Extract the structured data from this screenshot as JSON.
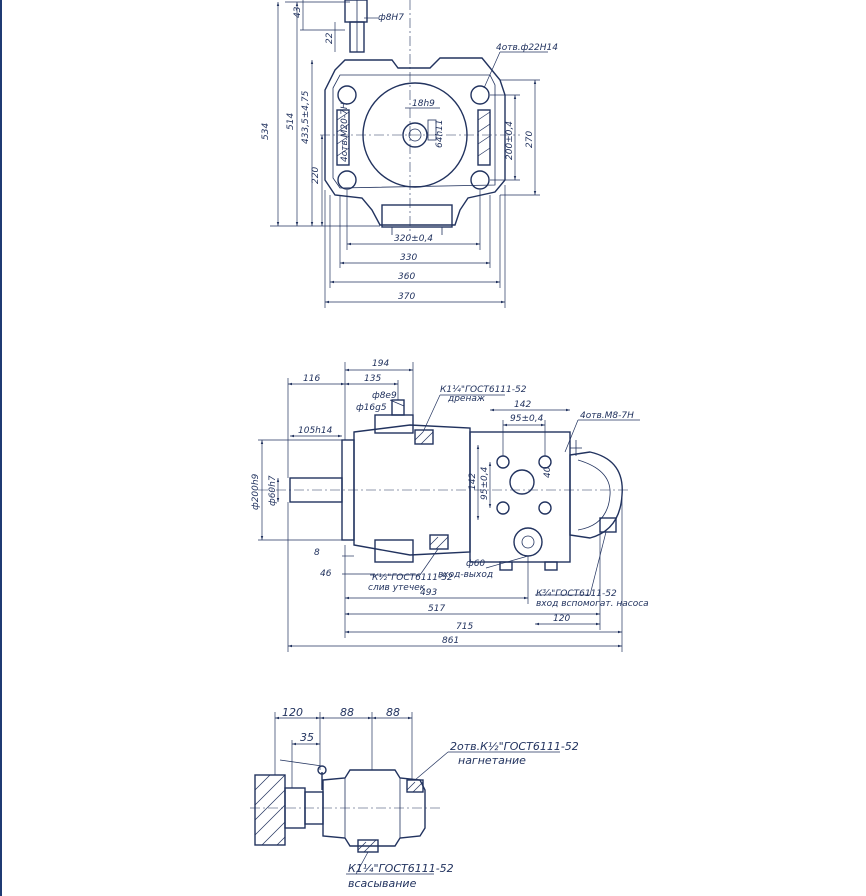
{
  "colors": {
    "line": "#22335f",
    "background": "#ffffff",
    "frame": "#1f3a73"
  },
  "view_top": {
    "dims": {
      "d_pin": "ф8Н7",
      "d_43": "43",
      "d_22": "22",
      "d_holes": "4отв.ф22Н14",
      "d_534": "534",
      "d_514": "514",
      "d_433": "433,5±4,75",
      "d_220": "220",
      "d_bolts": "4отв.М20-7Н",
      "d_18h9": "18h9",
      "d_64": "64h11",
      "d_200": "200±0,4",
      "d_270": "270",
      "d_320": "320±0,4",
      "d_330": "330",
      "d_360": "360",
      "d_370": "370"
    }
  },
  "view_side": {
    "dims": {
      "d_194": "194",
      "d_116": "116",
      "d_135": "135",
      "d_k14": "К1¼\"ГОСТ6111-52",
      "d_drain": "дренаж",
      "d_8e9": "ф8е9",
      "d_16g5": "ф16g5",
      "d_142": "142",
      "d_95": "95±0,4",
      "d_4m8": "4отв.М8-7Н",
      "d_105": "105h14",
      "d_200h9": "ф200h9",
      "d_60h7": "ф60h7",
      "d_142v": "142",
      "d_95v": "95±0,4",
      "d_40": "40",
      "d_8": "8",
      "d_60": "ф60",
      "d_inout": "вход-выход",
      "d_k12": "К½\"ГОСТ6111-52",
      "d_leak": "слив утечек",
      "d_46": "46",
      "d_k34": "К¾\"ГОСТ6111-52",
      "d_aux": "вход вспомогат. насоса",
      "d_493": "493",
      "d_517": "517",
      "d_120": "120",
      "d_715": "715",
      "d_861": "861"
    }
  },
  "view_bottom": {
    "dims": {
      "d_120": "120",
      "d_88a": "88",
      "d_88b": "88",
      "d_35": "35",
      "d_press": "2отв.К½\"ГОСТ6111-52",
      "d_press_t": "нагнетание",
      "d_suct": "К1¼\"ГОСТ6111-52",
      "d_suct_t": "всасывание"
    }
  }
}
